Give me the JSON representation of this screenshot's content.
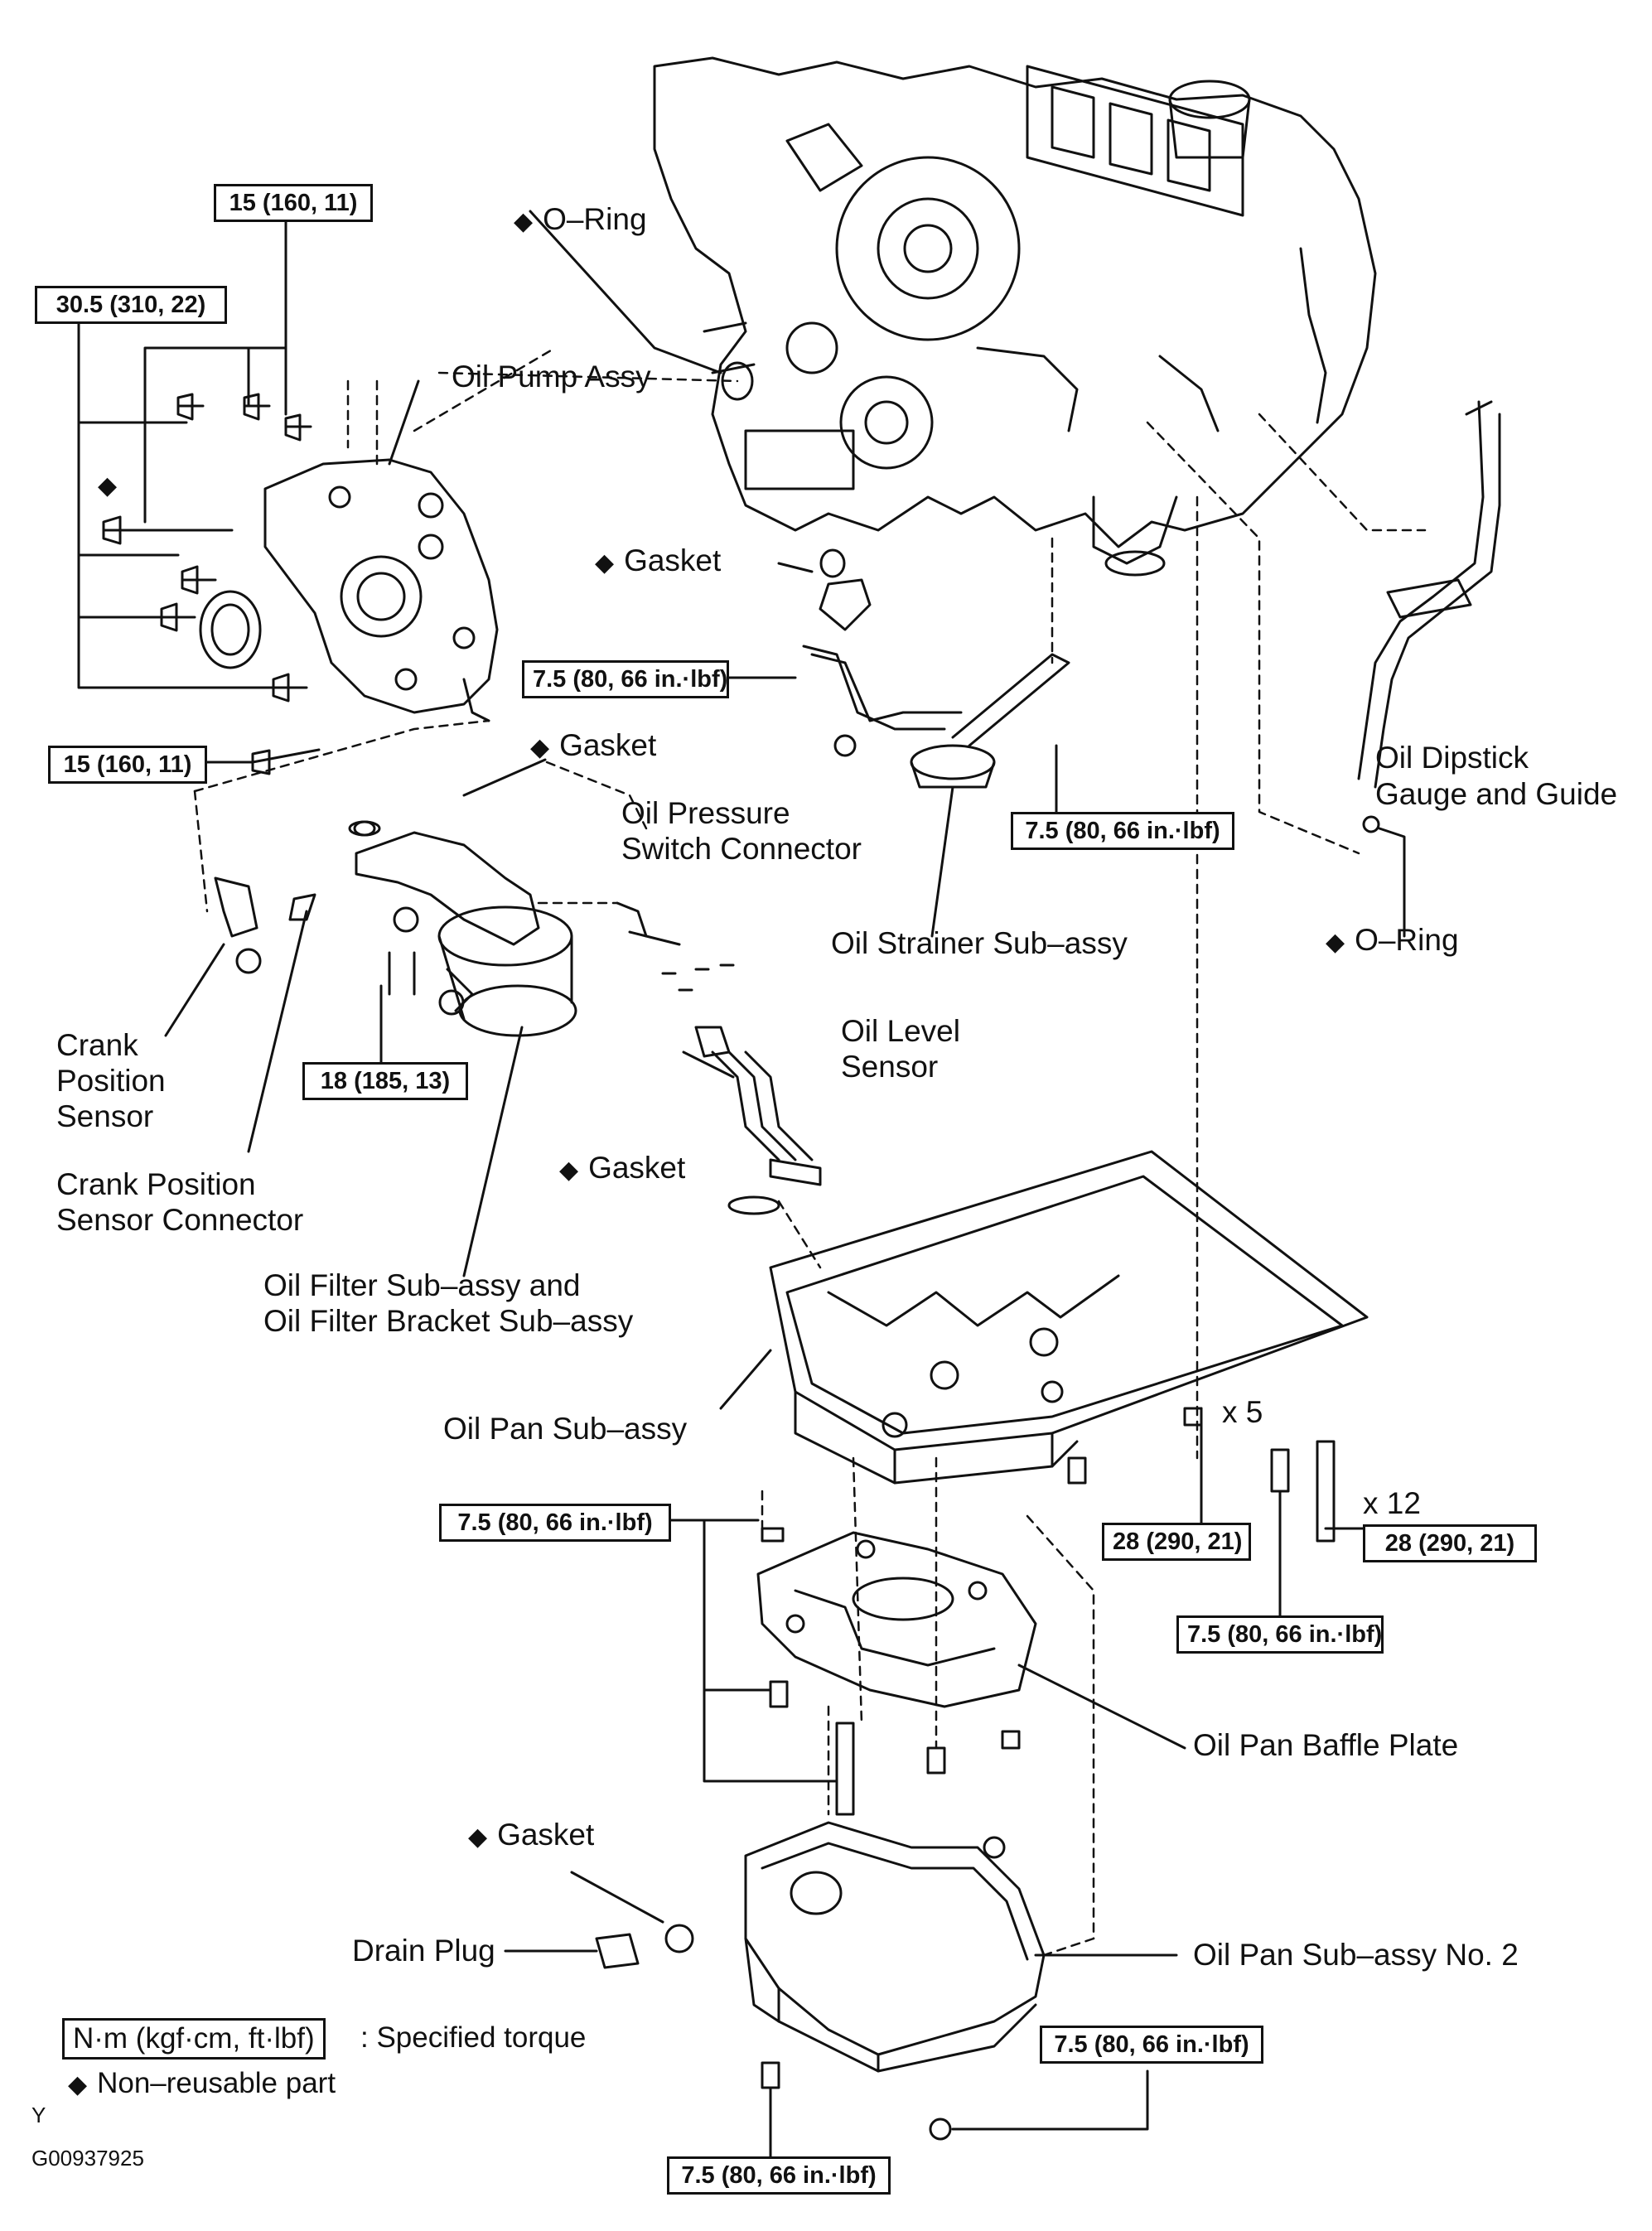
{
  "labels": {
    "o_ring_top": "O–Ring",
    "oil_pump_assy": "Oil Pump Assy",
    "gasket_1": "Gasket",
    "gasket_2": "Gasket",
    "gasket_3": "Gasket",
    "gasket_4": "Gasket",
    "oil_pressure_switch_line1": "Oil Pressure",
    "oil_pressure_switch_line2": "Switch Connector",
    "oil_dipstick_line1": "Oil Dipstick",
    "oil_dipstick_line2": "Gauge and Guide",
    "oil_strainer": "Oil Strainer Sub–assy",
    "o_ring_bottom": "O–Ring",
    "oil_level_line1": "Oil Level",
    "oil_level_line2": "Sensor",
    "crank_pos_line1": "Crank",
    "crank_pos_line2": "Position",
    "crank_pos_line3": "Sensor",
    "crank_conn_line1": "Crank Position",
    "crank_conn_line2": "Sensor Connector",
    "oil_filter_line1": "Oil Filter Sub–assy and",
    "oil_filter_line2": "Oil Filter Bracket Sub–assy",
    "oil_pan": "Oil Pan Sub–assy",
    "x5": "x 5",
    "x12": "x 12",
    "oil_pan_baffle": "Oil Pan Baffle Plate",
    "drain_plug": "Drain Plug",
    "oil_pan_no2": "Oil Pan Sub–assy No. 2"
  },
  "torque": {
    "t15_top": "15 (160, 11)",
    "t30_5": "30.5 (310, 22)",
    "t15_bottom": "15 (160, 11)",
    "t7_5_strainer_left": "7.5 (80, 66 in.·lbf)",
    "t7_5_strainer_right": "7.5 (80, 66 in.·lbf)",
    "t18": "18 (185, 13)",
    "t7_5_baffle": "7.5 (80, 66 in.·lbf)",
    "t28_a": "28 (290, 21)",
    "t28_b": "28 (290, 21)",
    "t7_5_pan": "7.5 (80, 66 in.·lbf)",
    "t7_5_no2_right": "7.5 (80, 66 in.·lbf)",
    "t7_5_no2_bottom": "7.5 (80, 66 in.·lbf)"
  },
  "legend": {
    "torque_box": "N·m (kgf·cm, ft·lbf)",
    "torque_desc": ": Specified torque",
    "non_reusable": "Non–reusable part"
  },
  "footer": {
    "y_mark": "Y",
    "figure_id": "G00937925"
  }
}
